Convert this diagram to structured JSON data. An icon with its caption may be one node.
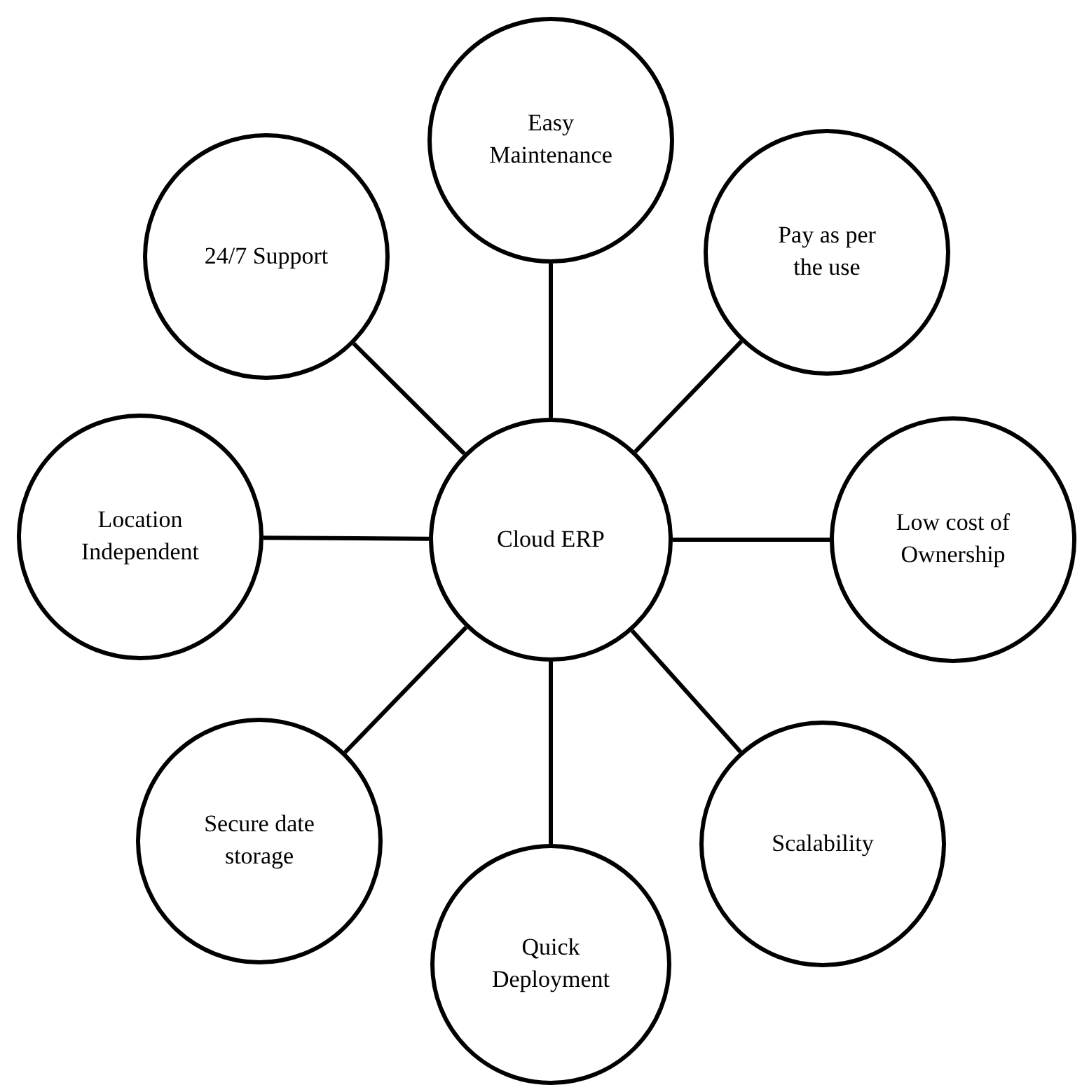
{
  "diagram": {
    "nodes": [
      {
        "text": [
          "Cloud ERP"
        ]
      },
      {
        "text": [
          "Easy Maintenance"
        ]
      },
      {
        "text": [
          "Pay as per the use"
        ]
      },
      {
        "text": [
          "Low cost of Ownership"
        ]
      },
      {
        "text": [
          "Scalability"
        ]
      },
      {
        "text": [
          "Quick Deployment"
        ]
      },
      {
        "text": [
          "Secure date storage"
        ]
      },
      {
        "text": [
          "Location Independent"
        ]
      },
      {
        "text": [
          "24/7 Support"
        ]
      }
    ],
    "edges": [
      {
        "from": 0,
        "to": 1,
        "arrow": "none"
      },
      {
        "from": 0,
        "to": 2,
        "arrow": "none"
      },
      {
        "from": 0,
        "to": 3,
        "arrow": "none"
      },
      {
        "from": 0,
        "to": 4,
        "arrow": "none"
      },
      {
        "from": 0,
        "to": 5,
        "arrow": "none"
      },
      {
        "from": 0,
        "to": 6,
        "arrow": "none"
      },
      {
        "from": 0,
        "to": 7,
        "arrow": "none"
      },
      {
        "from": 0,
        "to": 8,
        "arrow": "none"
      }
    ]
  }
}
